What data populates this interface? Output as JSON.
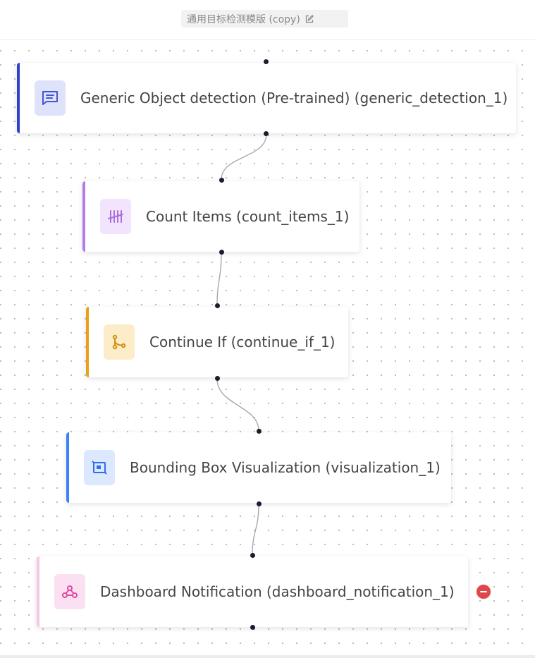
{
  "header": {
    "title": "通用目标检测模版 (copy)"
  },
  "nodes": [
    {
      "label": "Generic Object detection (Pre-trained) (generic_detection_1)",
      "icon": "chat-lines-icon",
      "accent": "#2f41c6",
      "icon_bg": "#dfe2fb",
      "icon_color": "#4555d2"
    },
    {
      "label": "Count Items (count_items_1)",
      "icon": "tally-marks-icon",
      "accent": "#b57ce8",
      "icon_bg": "#f2e4fc",
      "icon_color": "#a86ee0"
    },
    {
      "label": "Continue If (continue_if_1)",
      "icon": "branch-icon",
      "accent": "#e9a115",
      "icon_bg": "#fcecc8",
      "icon_color": "#d68f0b"
    },
    {
      "label": "Bounding Box Visualization (visualization_1)",
      "icon": "bounding-box-icon",
      "accent": "#3b82f6",
      "icon_bg": "#dbe8fd",
      "icon_color": "#2f6fe6"
    },
    {
      "label": "Dashboard Notification (dashboard_notification_1)",
      "icon": "webhook-icon",
      "accent": "#f9c6e4",
      "icon_bg": "#fbe0f1",
      "icon_color": "#df4aa4"
    }
  ],
  "colors": {
    "handle": "#1c1c2e",
    "edge": "#a8a8a8",
    "remove": "#e0474c"
  }
}
